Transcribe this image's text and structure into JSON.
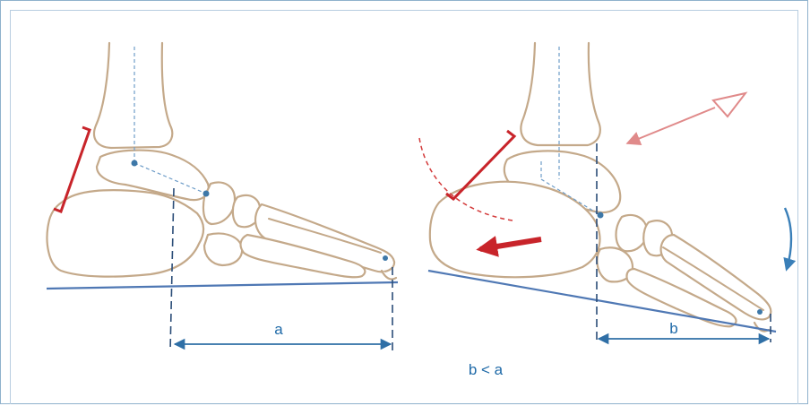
{
  "labels": {
    "dim_a": "a",
    "dim_b": "b",
    "relation": "b < a"
  },
  "colors": {
    "bone_outline": "#c4a98a",
    "ground_line": "#4f78b4",
    "dimension": "#2f6fa6",
    "lever_red": "#c8242a",
    "force_pink": "#e08a8a",
    "label_blue": "#1f6aa8"
  }
}
